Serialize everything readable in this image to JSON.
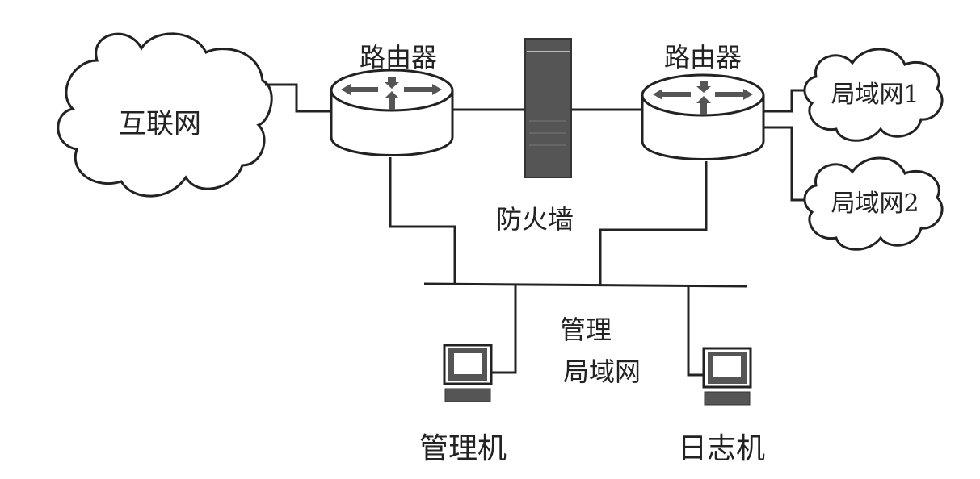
{
  "nodes": {
    "internet": {
      "label": "互联网",
      "type": "cloud"
    },
    "router_left": {
      "label": "路由器",
      "type": "router"
    },
    "firewall": {
      "label": "防火墙",
      "type": "firewall"
    },
    "router_right": {
      "label": "路由器",
      "type": "router"
    },
    "lan1": {
      "label": "局域网1",
      "type": "cloud"
    },
    "lan2": {
      "label": "局域网2",
      "type": "cloud"
    },
    "mgmt_lan": {
      "label_line1": "管理",
      "label_line2": "局域网",
      "type": "bus"
    },
    "mgmt_pc": {
      "label": "管理机",
      "type": "computer"
    },
    "log_pc": {
      "label": "日志机",
      "type": "computer"
    }
  },
  "edges": [
    {
      "from": "internet",
      "to": "router_left"
    },
    {
      "from": "router_left",
      "to": "firewall"
    },
    {
      "from": "firewall",
      "to": "router_right"
    },
    {
      "from": "router_right",
      "to": "lan1"
    },
    {
      "from": "router_right",
      "to": "lan2"
    },
    {
      "from": "router_left",
      "to": "mgmt_lan"
    },
    {
      "from": "router_right",
      "to": "mgmt_lan"
    },
    {
      "from": "mgmt_lan",
      "to": "mgmt_pc"
    },
    {
      "from": "mgmt_lan",
      "to": "log_pc"
    }
  ],
  "colors": {
    "stroke": "#222222",
    "device_fill": "#555555",
    "background": "#ffffff"
  }
}
